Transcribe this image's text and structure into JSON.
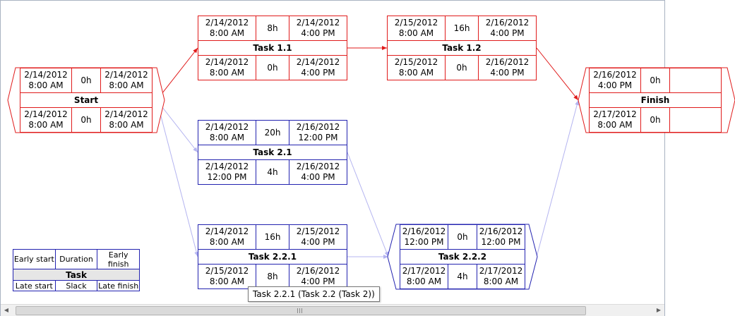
{
  "nodes": {
    "start": {
      "name": "Start",
      "early_start": "2/14/2012\n8:00 AM",
      "duration": "0h",
      "early_finish": "2/14/2012\n8:00 AM",
      "late_start": "2/14/2012\n8:00 AM",
      "slack": "0h",
      "late_finish": "2/14/2012\n8:00 AM"
    },
    "task_1_1": {
      "name": "Task 1.1",
      "early_start": "2/14/2012\n8:00 AM",
      "duration": "8h",
      "early_finish": "2/14/2012\n4:00 PM",
      "late_start": "2/14/2012\n8:00 AM",
      "slack": "0h",
      "late_finish": "2/14/2012\n4:00 PM"
    },
    "task_1_2": {
      "name": "Task 1.2",
      "early_start": "2/15/2012\n8:00 AM",
      "duration": "16h",
      "early_finish": "2/16/2012\n4:00 PM",
      "late_start": "2/15/2012\n8:00 AM",
      "slack": "0h",
      "late_finish": "2/16/2012\n4:00 PM"
    },
    "task_2_1": {
      "name": "Task 2.1",
      "early_start": "2/14/2012\n8:00 AM",
      "duration": "20h",
      "early_finish": "2/16/2012\n12:00 PM",
      "late_start": "2/14/2012\n12:00 PM",
      "slack": "4h",
      "late_finish": "2/16/2012\n4:00 PM"
    },
    "task_2_2_1": {
      "name": "Task 2.2.1",
      "early_start": "2/14/2012\n8:00 AM",
      "duration": "16h",
      "early_finish": "2/15/2012\n4:00 PM",
      "late_start": "2/15/2012\n8:00 AM",
      "slack": "8h",
      "late_finish": "2/16/2012\n4:00 PM"
    },
    "task_2_2_2": {
      "name": "Task 2.2.2",
      "early_start": "2/16/2012\n12:00 PM",
      "duration": "0h",
      "early_finish": "2/16/2012\n12:00 PM",
      "late_start": "2/17/2012\n8:00 AM",
      "slack": "4h",
      "late_finish": "2/17/2012\n8:00 AM"
    },
    "finish": {
      "name": "Finish",
      "early_start": "2/16/2012\n4:00 PM",
      "duration": "0h",
      "late_start": "2/17/2012\n8:00 AM",
      "slack": "0h"
    }
  },
  "legend": {
    "early_start": "Early start",
    "duration": "Duration",
    "early_finish": "Early finish",
    "task": "Task",
    "late_start": "Late start",
    "slack": "Slack",
    "late_finish": "Late finish"
  },
  "tooltip": "Task 2.2.1 (Task 2.2 (Task 2))",
  "colors": {
    "critical": "#e01b1b",
    "normal_border": "#2323b0",
    "normal_link": "#b4b4f0"
  },
  "icons": {
    "scroll_left": "left-arrow-icon",
    "scroll_right": "right-arrow-icon"
  }
}
